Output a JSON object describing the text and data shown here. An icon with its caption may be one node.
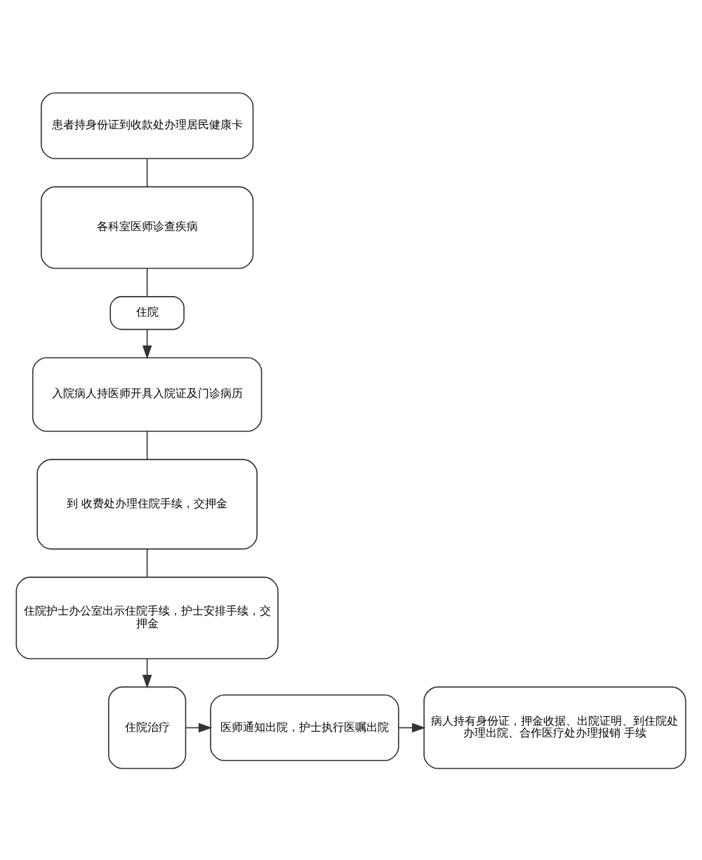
{
  "diagram": {
    "nodes": [
      {
        "text": [
          "患者持身份证到收款处办理居民健康卡"
        ]
      },
      {
        "text": [
          "各科室医师诊查疾病"
        ]
      },
      {
        "text": [
          "住院"
        ]
      },
      {
        "text": [
          "入院病人持医师开具入院证及门诊病历"
        ]
      },
      {
        "text": [
          "到 收费处办理住院手续，交押金"
        ]
      },
      {
        "text": [
          "住院护士办公室出示住院手续，护士安排手续，交押金"
        ]
      },
      {
        "text": [
          "住院治疗"
        ]
      },
      {
        "text": [
          "医师通知出院，护士执行医嘱出院"
        ]
      },
      {
        "text": [
          "病人持有身份证，押金收据、出院证明、到住院处办理出院、合作医疗处办理报销 手续"
        ]
      }
    ],
    "edges": [
      {
        "from": 0,
        "to": 1,
        "arrow": "none"
      },
      {
        "from": 1,
        "to": 2,
        "arrow": "none"
      },
      {
        "from": 2,
        "to": 3,
        "arrow": "to"
      },
      {
        "from": 3,
        "to": 4,
        "arrow": "none"
      },
      {
        "from": 4,
        "to": 5,
        "arrow": "none"
      },
      {
        "from": 5,
        "to": 6,
        "arrow": "to"
      },
      {
        "from": 6,
        "to": 7,
        "arrow": "to"
      },
      {
        "from": 7,
        "to": 8,
        "arrow": "to"
      }
    ]
  }
}
